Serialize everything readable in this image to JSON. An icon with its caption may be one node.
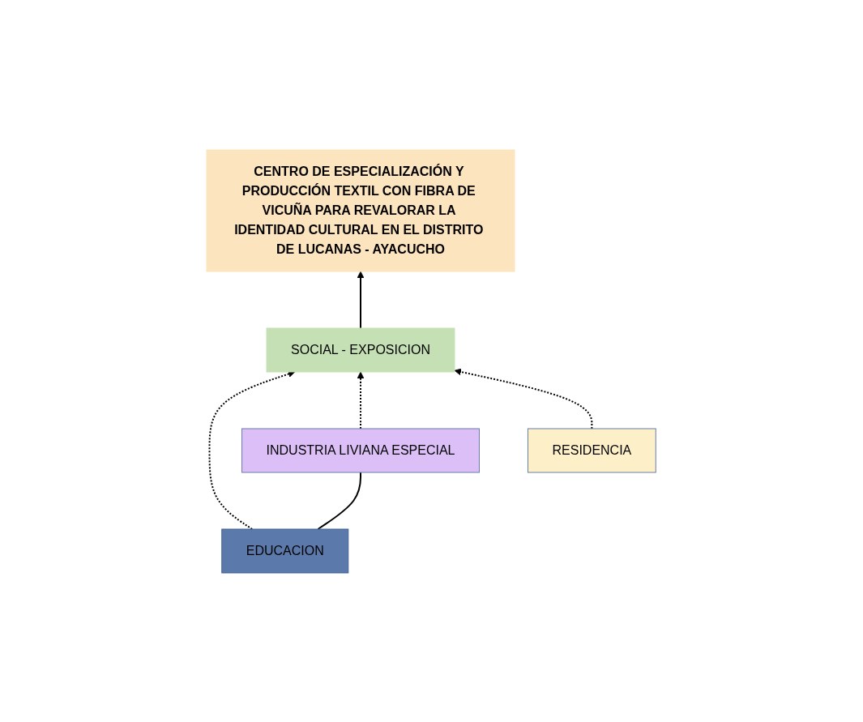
{
  "diagram": {
    "nodes": [
      {
        "text": [
          "CENTRO DE ESPECIALIZACIÓN Y PRODUCCIÓN TEXTIL CON FIBRA DE VICUÑA PARA REVALORAR LA IDENTIDAD CULTURAL EN EL DISTRITO DE LUCANAS - AYACUCHO"
        ]
      },
      {
        "text": [
          "EDUCACION"
        ]
      },
      {
        "text": [
          "SOCIAL - EXPOSICION"
        ]
      },
      {
        "text": [
          "INDUSTRIA LIVIANA ESPECIAL"
        ]
      },
      {
        "text": [
          "RESIDENCIA"
        ]
      }
    ],
    "edges": [
      {
        "from": 2,
        "to": 0,
        "arrow": "to"
      },
      {
        "from": 1,
        "to": 3,
        "arrow": "none"
      },
      {
        "from": 1,
        "to": 2,
        "arrow": "to",
        "style": "dashed"
      },
      {
        "from": 3,
        "to": 2,
        "arrow": "to",
        "style": "dashed"
      },
      {
        "from": 4,
        "to": 2,
        "arrow": "to",
        "style": "dashed"
      }
    ]
  }
}
